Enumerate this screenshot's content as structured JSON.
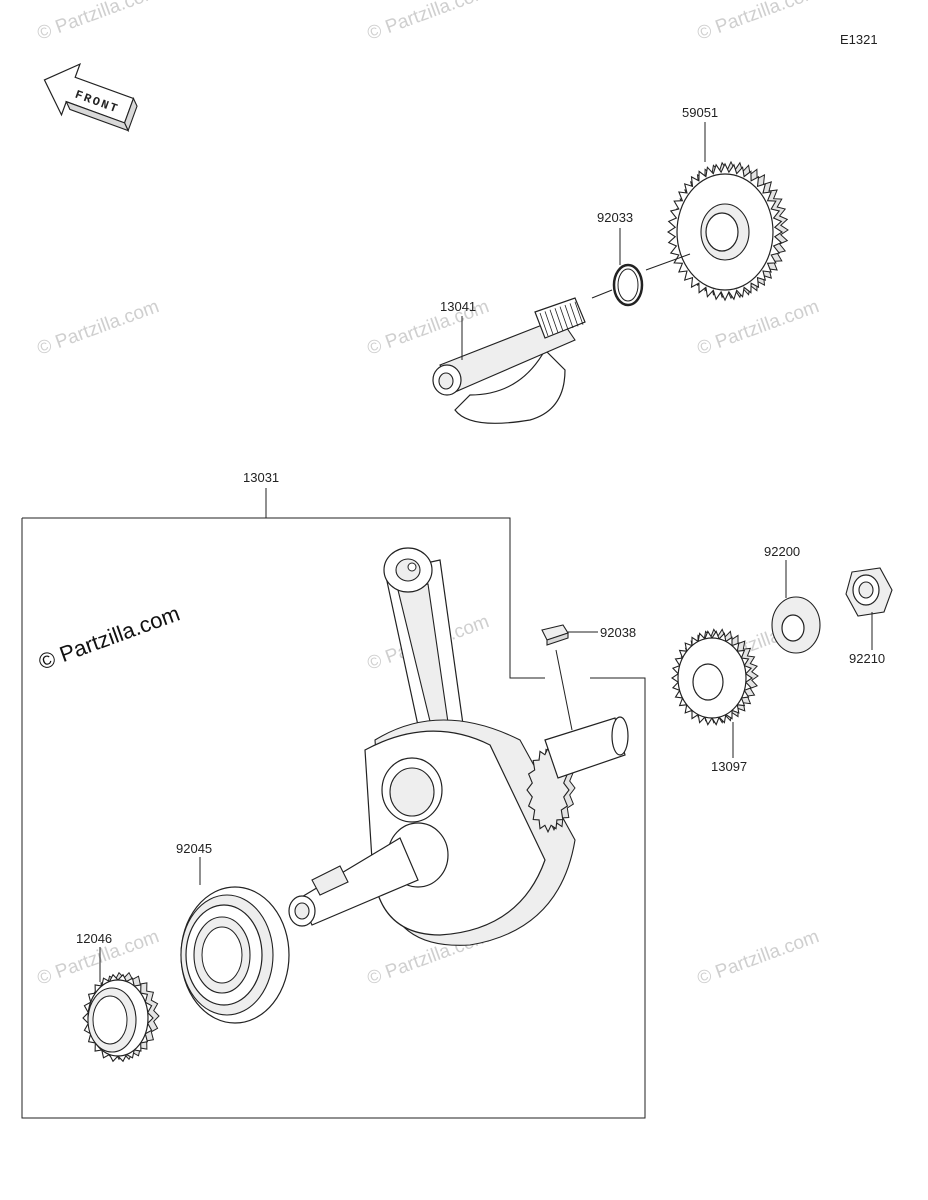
{
  "diagram_code": "E1321",
  "front_label": "FRONT",
  "watermark": "© Partzilla.com",
  "parts": {
    "gear_59051": "59051",
    "circlip_92033": "92033",
    "shaft_13041": "13041",
    "crankshaft_assy_13031": "13031",
    "key_92038": "92038",
    "washer_92200": "92200",
    "nut_92210": "92210",
    "gear_13097": "13097",
    "bearing_92045": "92045",
    "gear_12046": "12046"
  }
}
